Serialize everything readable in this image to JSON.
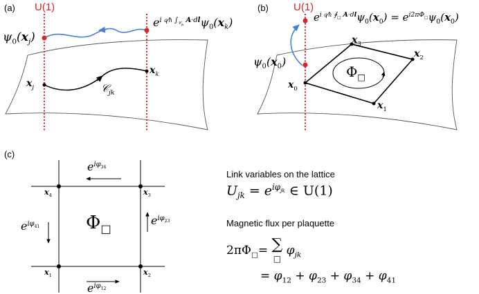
{
  "panels": {
    "a": {
      "tag": "(a)",
      "u1_label": "U(1)",
      "psi_left": "ψ₀(x_j)",
      "phase_label": "e^{i q/ħ ∫_{C_jk} A·dl} ψ₀(x_k)",
      "xj": "x_j",
      "xk": "x_k",
      "path_label": "C_jk"
    },
    "b": {
      "tag": "(b)",
      "u1_label": "U(1)",
      "phase_label": "e^{i q/ħ ∮_□ A·dl} ψ₀(x₀) = e^{i2πΦ_□} ψ₀(x₀)",
      "psi_left": "ψ₀(x₀)",
      "x0": "x₀",
      "x1": "x₁",
      "x2": "x₂",
      "x3": "x₃",
      "flux": "Φ_□"
    },
    "c": {
      "tag": "(c)",
      "top_link": "e^{iφ34}",
      "left_link": "e^{iφ41}",
      "right_link": "e^{iφ23}",
      "bottom_link": "e^{iφ12}",
      "flux": "Φ_□",
      "x1": "x₁",
      "x2": "x₂",
      "x3": "x₃",
      "x4": "x₄"
    }
  },
  "text": {
    "link_heading": "Link variables on the lattice",
    "link_eq": "U_jk = e^{iφ_jk} ∈ U(1)",
    "flux_heading": "Magnetic flux per plaquette",
    "flux_eq_1": "2πΦ_□ = Σ_□ φ_jk",
    "flux_eq_2": "= φ12 + φ23 + φ34 + φ41"
  },
  "colors": {
    "u1_line": "#d62728",
    "path_blue": "#4a7fd9",
    "surface": "#555555"
  }
}
